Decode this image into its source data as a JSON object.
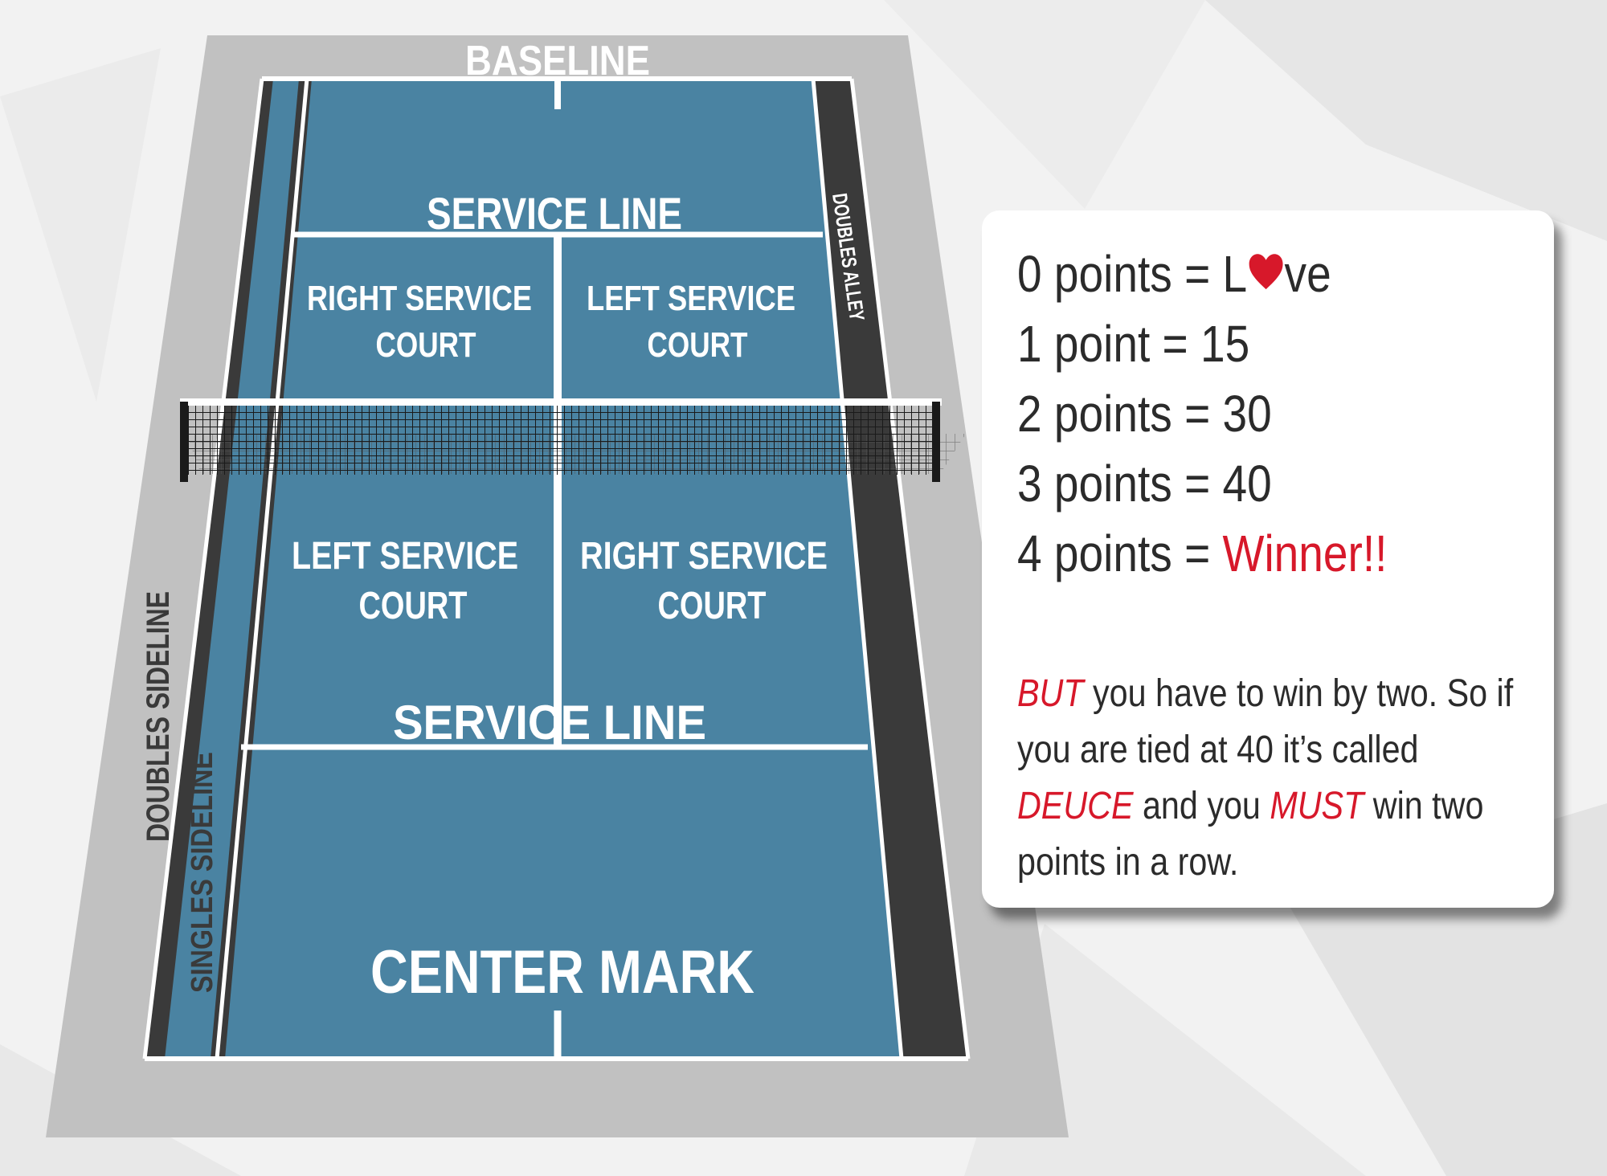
{
  "court": {
    "labels": {
      "baseline": "BASELINE",
      "service_line_top": "SERVICE LINE",
      "service_line_bottom": "SERVICE LINE",
      "doubles_alley": "DOUBLES ALLEY",
      "top_right_service_court_line1": "RIGHT SERVICE",
      "top_right_service_court_line2": "COURT",
      "top_left_service_court_line1": "LEFT SERVICE",
      "top_left_service_court_line2": "COURT",
      "bottom_left_service_court_line1": "LEFT SERVICE",
      "bottom_left_service_court_line2": "COURT",
      "bottom_right_service_court_line1": "RIGHT SERVICE",
      "bottom_right_service_court_line2": "COURT",
      "center_mark": "CENTER MARK",
      "doubles_sideline": "DOUBLES SIDELINE",
      "singles_sideline": "SINGLES SIDELINE"
    },
    "colors": {
      "court": "#4a83a2",
      "alley": "#3a3a3a",
      "surround": "#c1c1c1",
      "lines": "#ffffff",
      "net": "#1a1a1a"
    }
  },
  "scoring": {
    "rows": [
      {
        "prefix": "0 points = L",
        "suffix": "ve",
        "has_heart": true
      },
      {
        "prefix": "1 point = 15",
        "suffix": "",
        "has_heart": false
      },
      {
        "prefix": "2 points = 30",
        "suffix": "",
        "has_heart": false
      },
      {
        "prefix": "3 points = 40",
        "suffix": "",
        "has_heart": false
      },
      {
        "prefix": "4 points = ",
        "suffix": "",
        "has_heart": false,
        "highlight": "Winner!!"
      }
    ],
    "rule": {
      "but": "BUT",
      "part1": " you have to win by two. So if you are tied at 40 it’s called ",
      "deuce": "DEUCE",
      "part2": " and you ",
      "must": "MUST",
      "part3": " win two points in a row."
    },
    "accent_color": "#d7182a",
    "heart_icon": "heart-icon"
  }
}
